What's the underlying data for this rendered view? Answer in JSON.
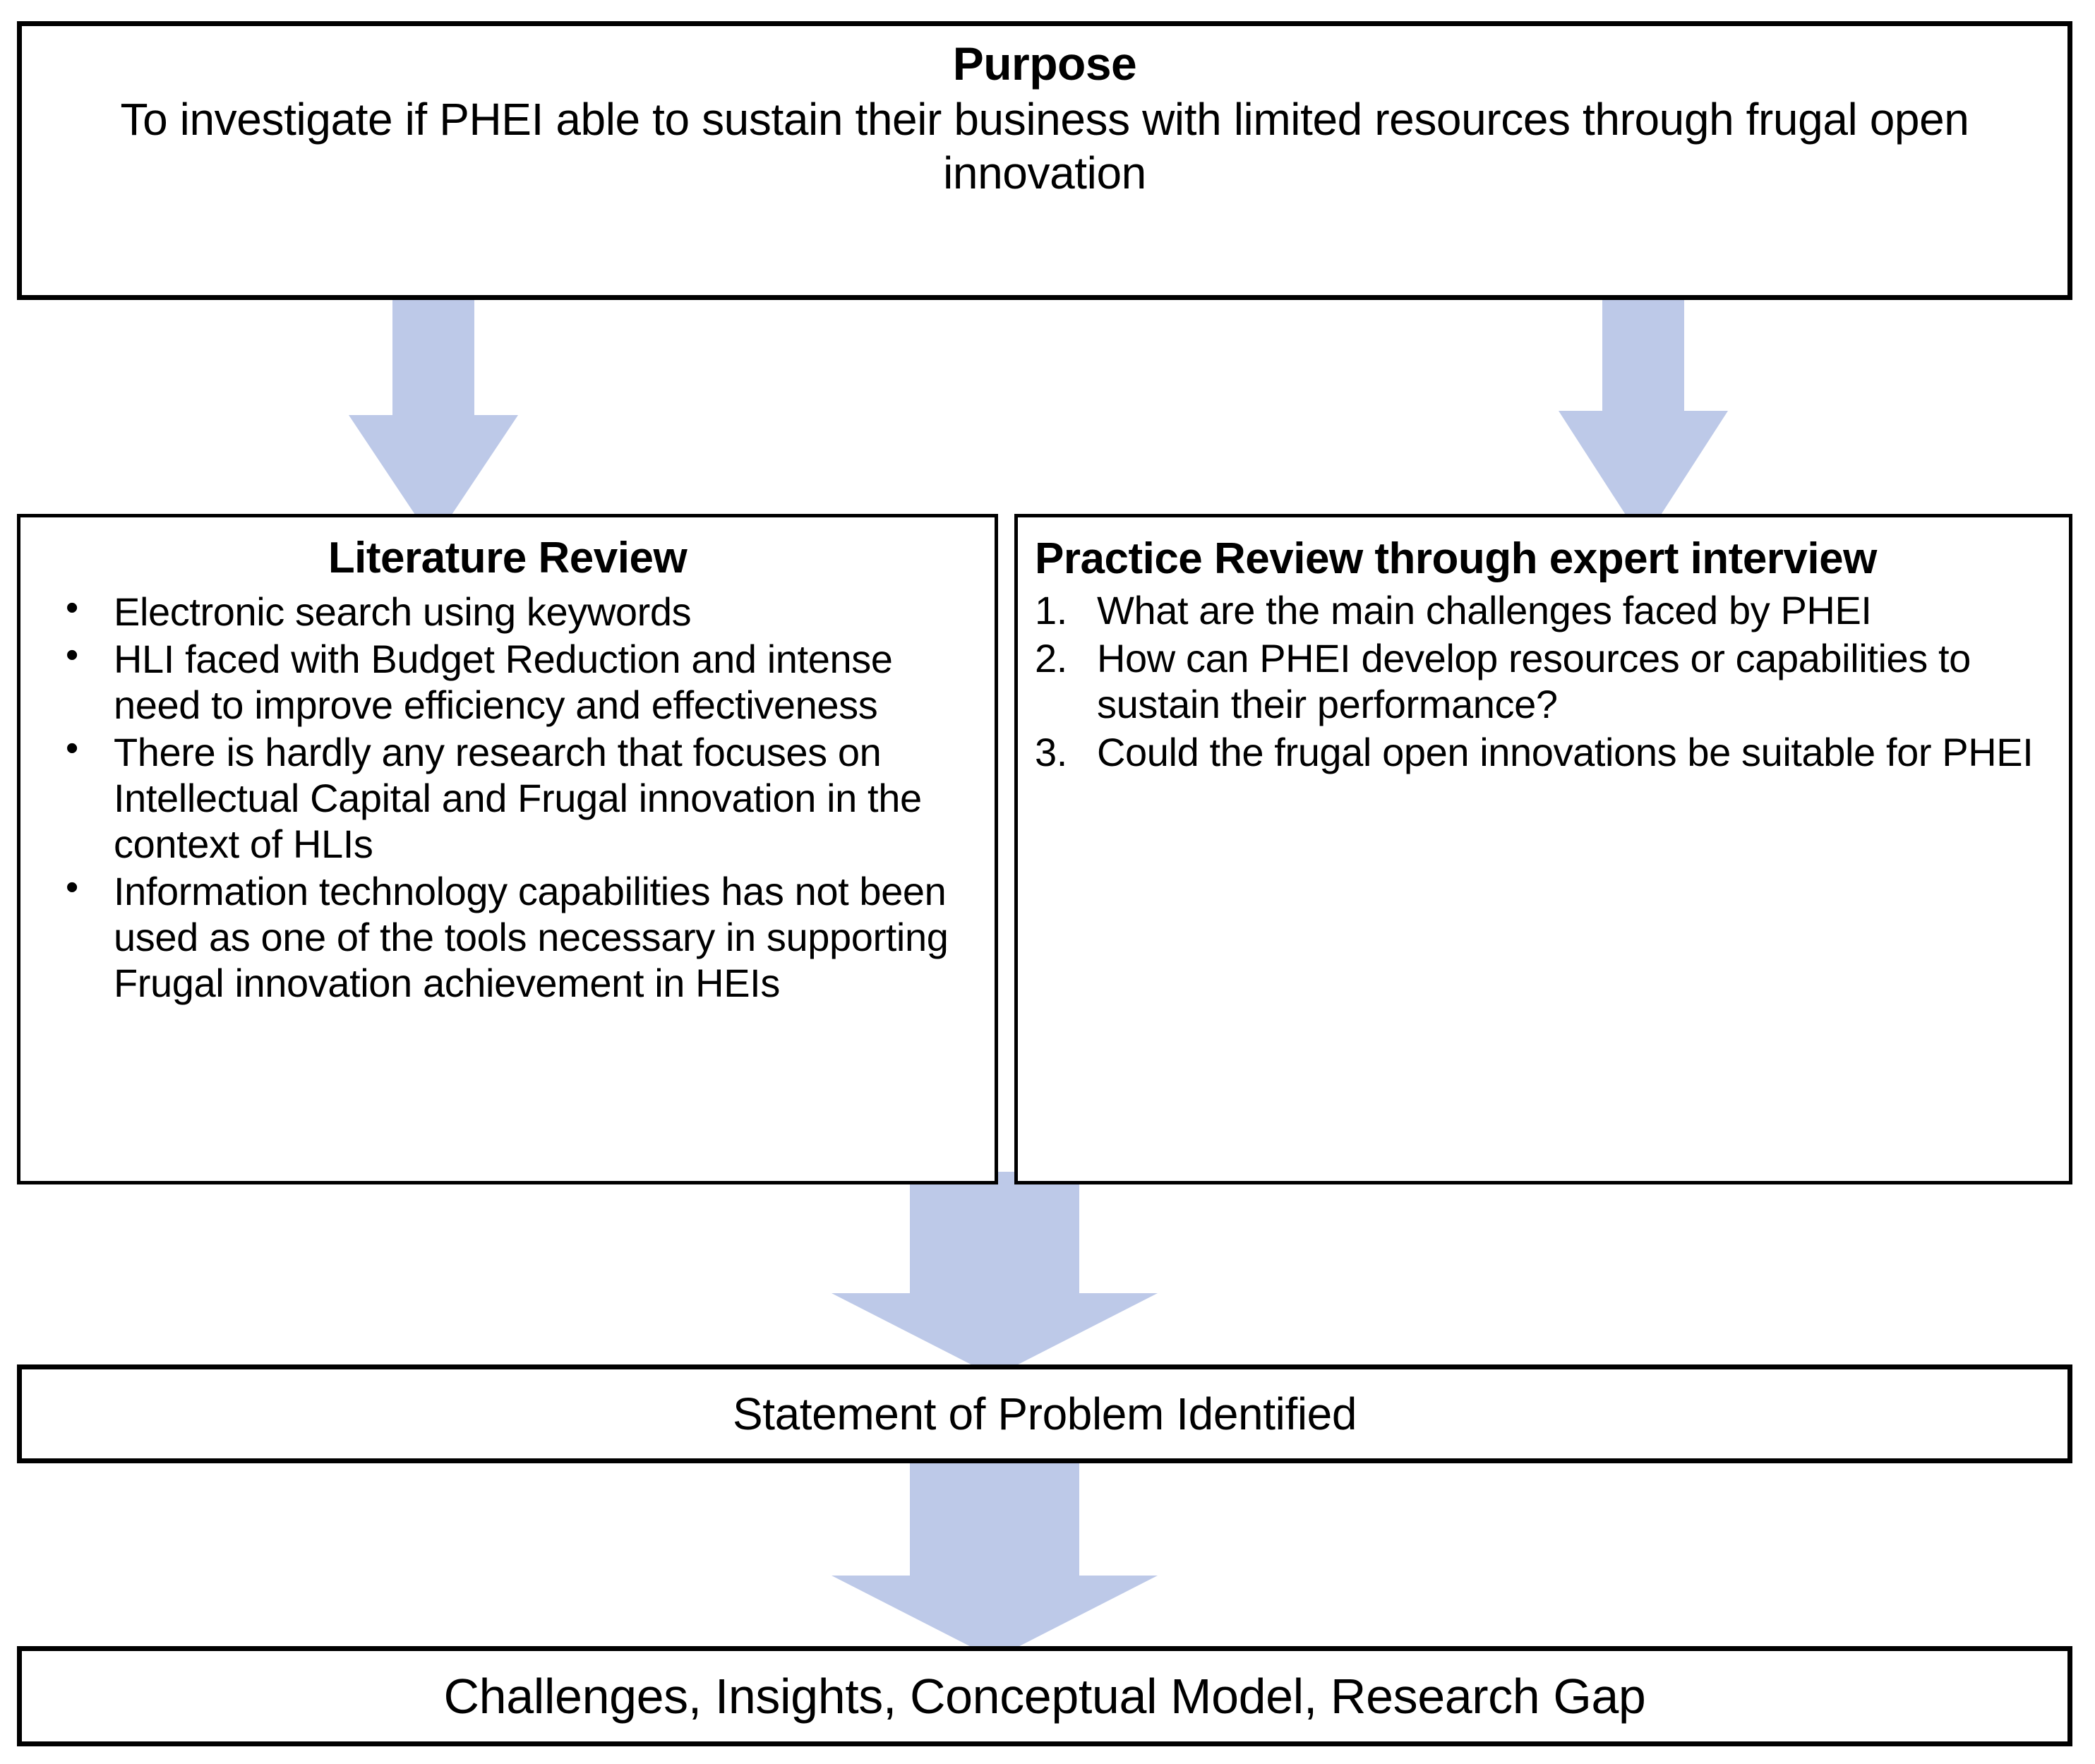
{
  "diagram": {
    "type": "flowchart",
    "accent_color": "#bdc9e8",
    "border_color": "#000000",
    "background_color": "#ffffff",
    "purpose": {
      "title": "Purpose",
      "body": "To investigate if PHEI able to sustain their business with limited resources through frugal open innovation"
    },
    "literature_review": {
      "title": "Literature Review",
      "bullets": [
        "Electronic search using keywords",
        "HLI faced with Budget Reduction and intense need to improve efficiency and effectiveness",
        "There is hardly any research that focuses on Intellectual Capital and Frugal innovation in the context of HLIs",
        "Information technology capabilities has not been used as one of the tools necessary in supporting Frugal innovation achievement in HEIs"
      ]
    },
    "practice_review": {
      "title": "Practice  Review through expert interview",
      "questions": [
        "What are the main challenges faced by PHEI",
        "How can PHEI develop resources or capabilities to sustain their performance?",
        "Could the frugal open innovations be suitable for PHEI"
      ]
    },
    "statement": {
      "text": "Statement of Problem Identified"
    },
    "outcome": {
      "text": "Challenges, Insights, Conceptual Model, Research Gap"
    },
    "arrows": [
      {
        "name": "arrow-purpose-to-literature-review",
        "direction": "down"
      },
      {
        "name": "arrow-purpose-to-practice-review",
        "direction": "down"
      },
      {
        "name": "arrow-reviews-to-statement",
        "direction": "down"
      },
      {
        "name": "arrow-statement-to-outcome",
        "direction": "down"
      }
    ]
  }
}
